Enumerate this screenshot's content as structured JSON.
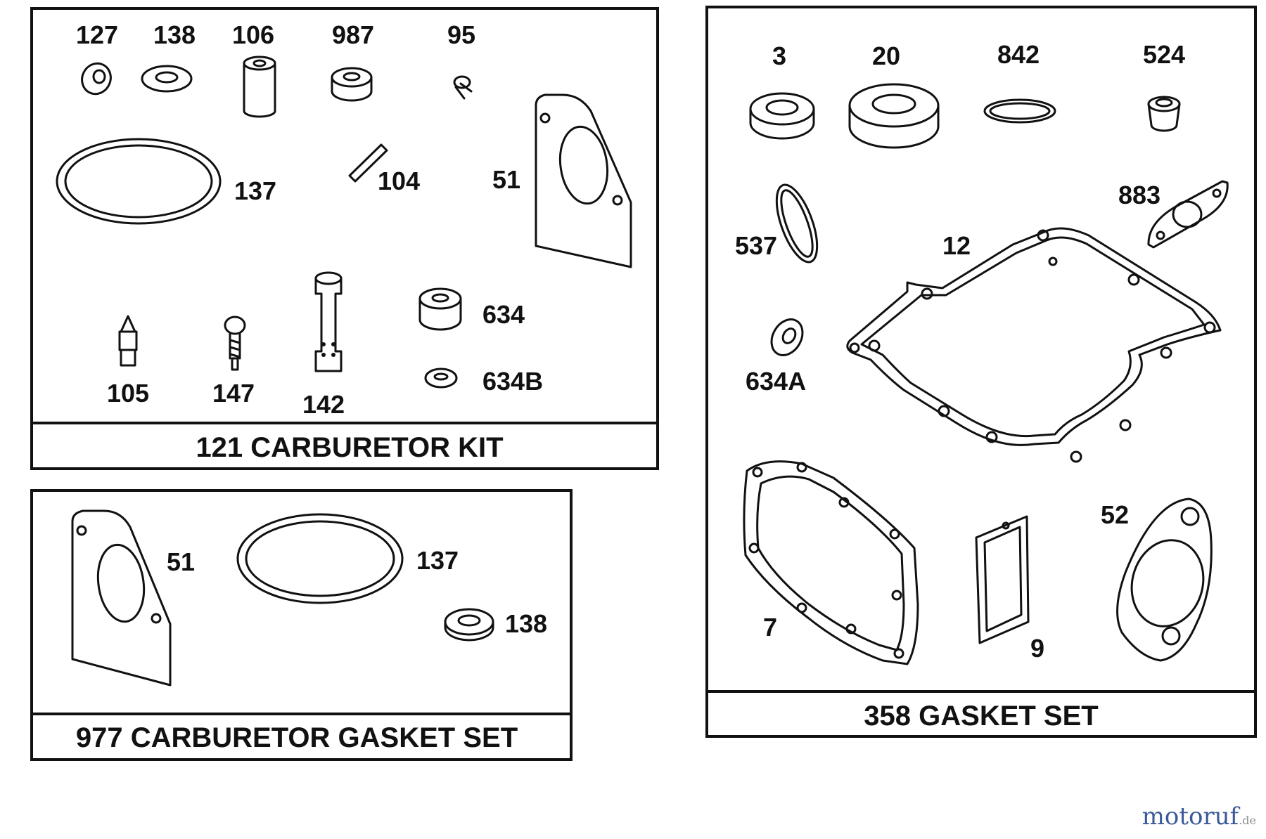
{
  "panels": {
    "carb_kit": {
      "title": "121 CARBURETOR KIT",
      "labels": {
        "p127": "127",
        "p138": "138",
        "p106": "106",
        "p987": "987",
        "p95": "95",
        "p137": "137",
        "p104": "104",
        "p51": "51",
        "p634": "634",
        "p634b": "634B",
        "p105": "105",
        "p147": "147",
        "p142": "142"
      }
    },
    "gasket_set": {
      "title": "358 GASKET SET",
      "labels": {
        "p3": "3",
        "p20": "20",
        "p842": "842",
        "p524": "524",
        "p883": "883",
        "p537": "537",
        "p12": "12",
        "p634a": "634A",
        "p7": "7",
        "p9": "9",
        "p52": "52"
      }
    },
    "carb_gasket": {
      "title": "977 CARBURETOR GASKET SET",
      "labels": {
        "p51": "51",
        "p137": "137",
        "p138": "138"
      }
    }
  },
  "logo": {
    "brand": "motoruf",
    "tld": ".de"
  }
}
